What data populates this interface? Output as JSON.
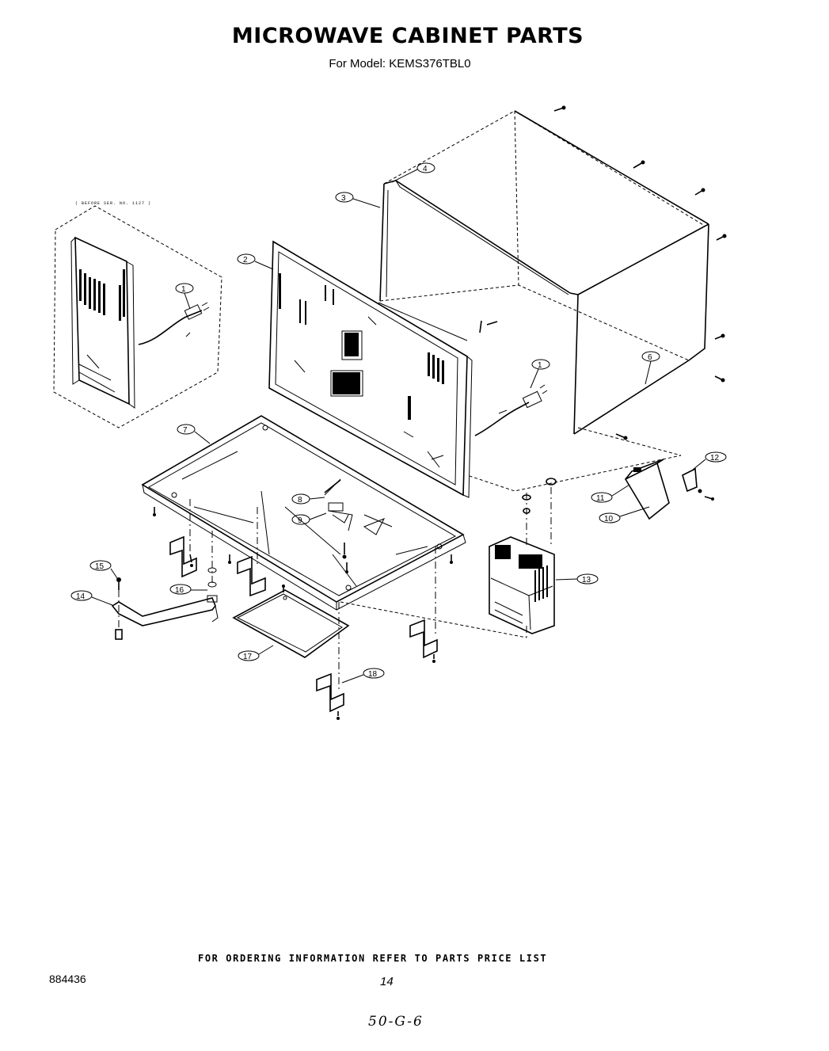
{
  "header": {
    "title": "MICROWAVE CABINET PARTS",
    "subtitle": "For Model: KEMS376TBL0"
  },
  "inset": {
    "note": "( BEFORE SER. NO. 1127 )"
  },
  "callouts": [
    "1",
    "2",
    "3",
    "4",
    "6",
    "7",
    "8",
    "9",
    "10",
    "11",
    "12",
    "13",
    "14",
    "15",
    "16",
    "17",
    "18"
  ],
  "footer": {
    "ordering_note": "FOR ORDERING INFORMATION REFER TO PARTS PRICE LIST",
    "doc_number": "884436",
    "page_number": "14",
    "handwritten": "50-G-6"
  }
}
